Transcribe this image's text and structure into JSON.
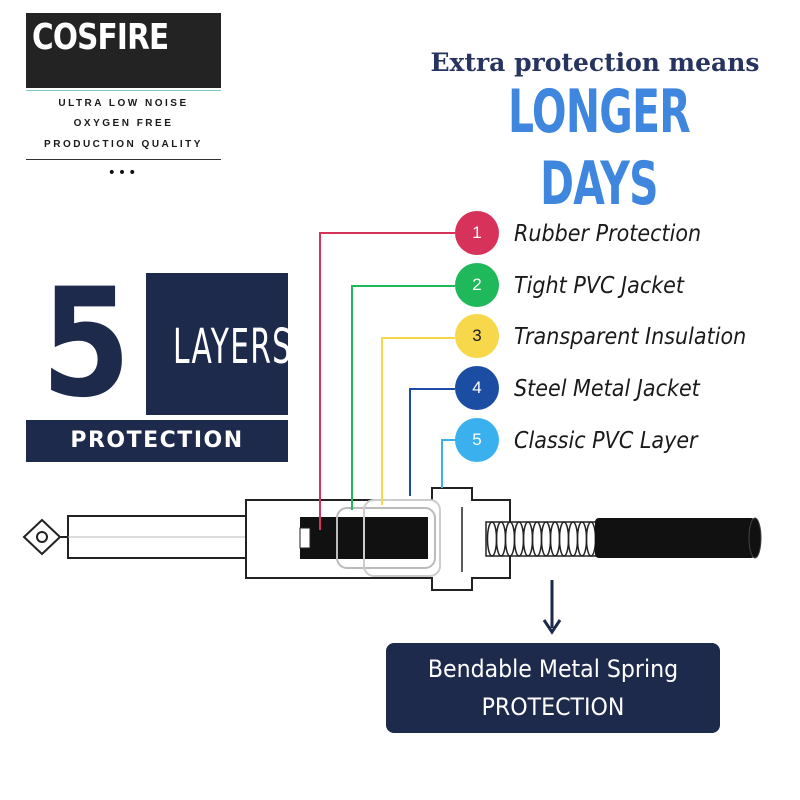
{
  "brand": {
    "name": "COSFIRE",
    "subtitle": "Professional",
    "taglines": [
      "ULTRA LOW NOISE",
      "OXYGEN FREE",
      "PRODUCTION QUALITY"
    ],
    "dots": "•••"
  },
  "headline": {
    "subtitle": "Extra protection means",
    "title": "LONGER DAYS"
  },
  "badge": {
    "number": "5",
    "word": "LAYERS",
    "label": "PROTECTION"
  },
  "layers": [
    {
      "number": "1",
      "label": "Rubber Protection",
      "color": "#d6325a"
    },
    {
      "number": "2",
      "label": "Tight PVC Jacket",
      "color": "#1fb85a"
    },
    {
      "number": "3",
      "label": "Transparent Insulation",
      "color": "#f6d84a"
    },
    {
      "number": "4",
      "label": "Steel Metal Jacket",
      "color": "#1b4ea3"
    },
    {
      "number": "5",
      "label": "Classic PVC Layer",
      "color": "#3bb0ef"
    }
  ],
  "callout": {
    "line1": "Bendable Metal Spring",
    "line2": "PROTECTION"
  },
  "colors": {
    "navy": "#1d2a4c",
    "headline_blue": "#3f86de"
  }
}
